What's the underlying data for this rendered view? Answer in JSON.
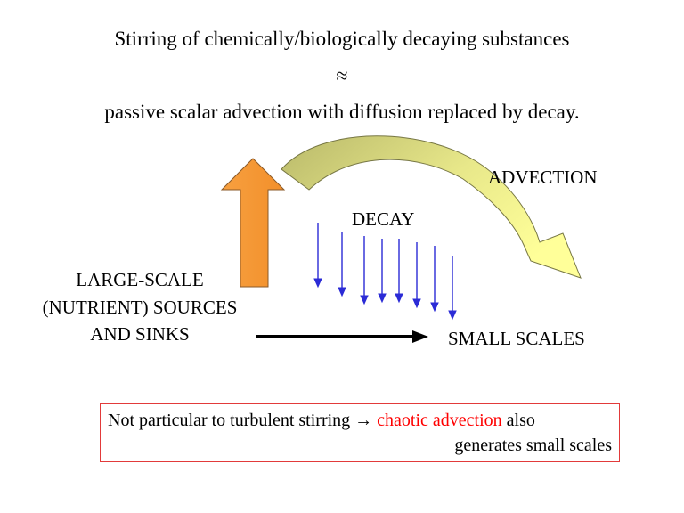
{
  "title": {
    "line1": "Stirring of chemically/biologically decaying substances",
    "approx_symbol": "≈",
    "line2": "passive scalar advection with diffusion replaced by decay."
  },
  "diagram": {
    "advection_label": "ADVECTION",
    "decay_label": "DECAY",
    "sources_label": {
      "line1": "LARGE-SCALE",
      "line2": "(NUTRIENT) SOURCES",
      "line3": "AND SINKS"
    },
    "small_scales_label": "SMALL SCALES",
    "colors": {
      "up_arrow": "#f7a040",
      "curved_arrow_light": "#ffff99",
      "curved_arrow_dark": "#b9b96a",
      "decay_arrows": "#2b2bd6",
      "cascade_arrow": "#000000"
    }
  },
  "note": {
    "text_before": "Not particular to turbulent stirring",
    "arrow_symbol": "→",
    "highlight": "chaotic advection",
    "text_after": " also",
    "line2": "generates small scales",
    "highlight_color": "#ff0000",
    "border_color": "#e23a3a"
  }
}
